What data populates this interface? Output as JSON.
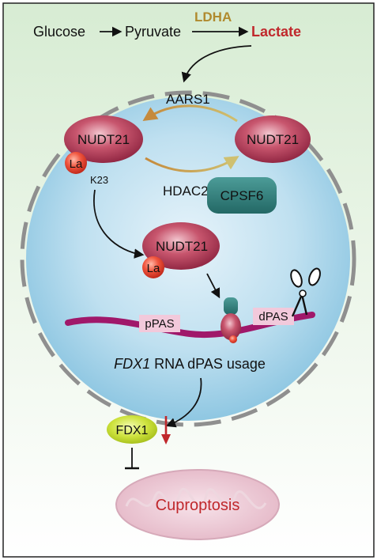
{
  "pathway": {
    "glucose": "Glucose",
    "pyruvate": "Pyruvate",
    "enzyme": "LDHA",
    "lactate": "Lactate"
  },
  "cycle": {
    "top_enzyme": "AARS1",
    "bottom_enzyme": "HDAC2",
    "left_protein": "NUDT21",
    "right_protein": "NUDT21",
    "mod_label": "La",
    "site_label": "K23"
  },
  "complex": {
    "protein": "NUDT21",
    "mod_label": "La",
    "partner": "CPSF6"
  },
  "rna": {
    "proximal_site": "pPAS",
    "distal_site": "dPAS",
    "caption_gene": "FDX1",
    "caption_rest": " RNA dPAS usage"
  },
  "outcome": {
    "protein": "FDX1",
    "process": "Cuproptosis"
  },
  "colors": {
    "lactate": "#c0282c",
    "enzyme_gold": "#b08a2e",
    "nudt21": "#b23a54",
    "cpsf6": "#2f7e7c",
    "rna": "#a0186a",
    "fdx1": "#c3dd2e",
    "cuproptosis_text": "#c0282c",
    "nucleus": "#9fcfe6"
  }
}
